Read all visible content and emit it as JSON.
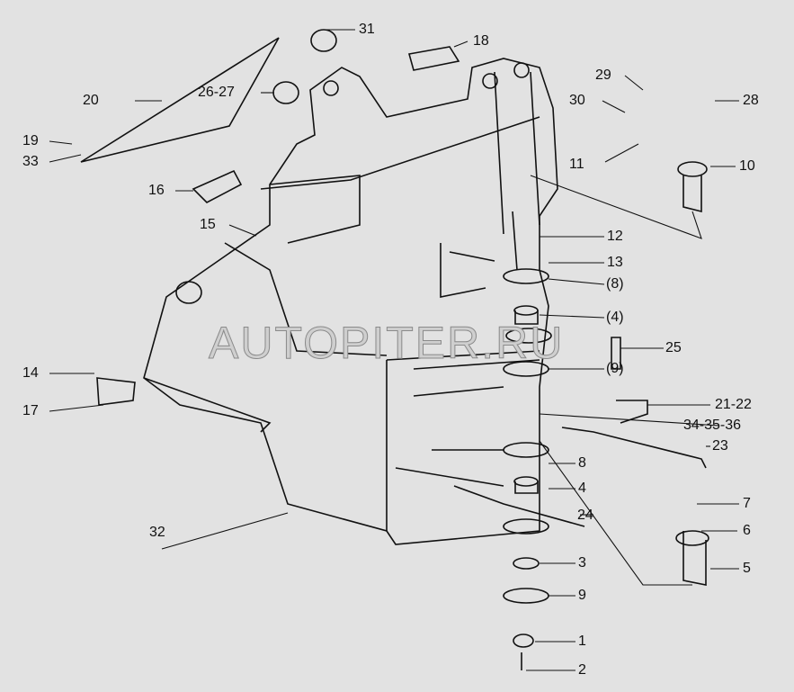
{
  "diagram": {
    "watermark": "AUTOPITER.RU",
    "callouts": [
      "31",
      "18",
      "20",
      "26-27",
      "29",
      "30",
      "28",
      "19",
      "33",
      "11",
      "10",
      "16",
      "15",
      "12",
      "13",
      "(8)",
      "(4)",
      "25",
      "(9)",
      "14",
      "17",
      "21-22",
      "34-35-36",
      "23",
      "8",
      "4",
      "7",
      "24",
      "6",
      "32",
      "5",
      "3",
      "9",
      "1",
      "2"
    ]
  }
}
